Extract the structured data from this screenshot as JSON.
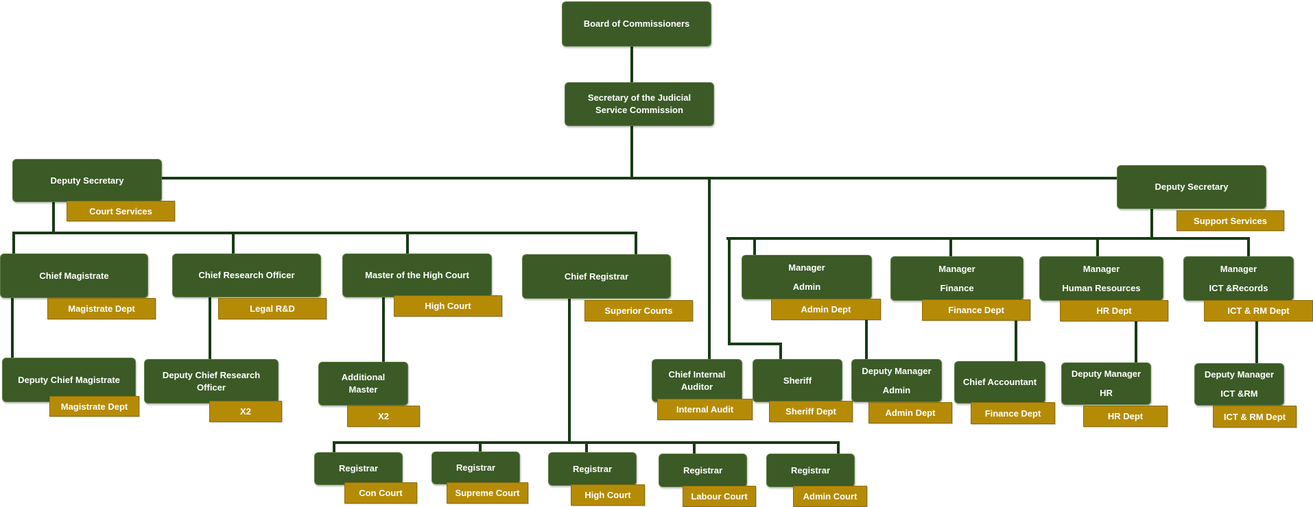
{
  "colors": {
    "position_box": "#3b5a26",
    "department_tag": "#b58b06",
    "connector": "#173c14",
    "text": "#ffffff"
  },
  "nodes": {
    "board": "Board of Commissioners",
    "secretary": [
      "Secretary of the Judicial",
      "Service Commission"
    ],
    "deputy_secretary_left": "Deputy Secretary",
    "deputy_secretary_right": "Deputy Secretary",
    "chief_magistrate": "Chief Magistrate",
    "chief_research_officer": "Chief Research Officer",
    "master_high_court": "Master of the High Court",
    "chief_registrar": "Chief Registrar",
    "manager_admin": [
      "Manager",
      "Admin"
    ],
    "manager_finance": [
      "Manager",
      "Finance"
    ],
    "manager_hr": [
      "Manager",
      "Human Resources"
    ],
    "manager_ict": [
      "Manager",
      "ICT &Records"
    ],
    "deputy_chief_magistrate": "Deputy Chief Magistrate",
    "deputy_chief_research_officer": [
      "Deputy Chief Research",
      "Officer"
    ],
    "additional_master": [
      "Additional",
      "Master"
    ],
    "chief_internal_auditor": [
      "Chief Internal",
      "Auditor"
    ],
    "sheriff": "Sheriff",
    "deputy_manager_admin": [
      "Deputy Manager",
      "Admin"
    ],
    "chief_accountant": "Chief Accountant",
    "deputy_manager_hr": [
      "Deputy Manager",
      "HR"
    ],
    "deputy_manager_ict": [
      "Deputy Manager",
      "ICT &RM"
    ],
    "registrar_1": "Registrar",
    "registrar_2": "Registrar",
    "registrar_3": "Registrar",
    "registrar_4": "Registrar",
    "registrar_5": "Registrar"
  },
  "tags": {
    "court_services": "Court Services",
    "support_services": "Support Services",
    "magistrate_dept_1": "Magistrate Dept",
    "legal_rd": "Legal R&D",
    "high_court_1": "High Court",
    "superior_courts": "Superior Courts",
    "admin_dept_1": "Admin Dept",
    "finance_dept_1": "Finance Dept",
    "hr_dept_1": "HR Dept",
    "ict_rm_dept_1": "ICT & RM Dept",
    "magistrate_dept_2": "Magistrate Dept",
    "x2_research": "X2",
    "x2_master": "X2",
    "internal_audit": "Internal Audit",
    "sheriff_dept": "Sheriff Dept",
    "admin_dept_2": "Admin Dept",
    "finance_dept_2": "Finance Dept",
    "hr_dept_2": "HR Dept",
    "ict_rm_dept_2": "ICT & RM  Dept",
    "con_court": "Con Court",
    "supreme_court": "Supreme Court",
    "high_court_2": "High Court",
    "labour_court": "Labour Court",
    "admin_court": "Admin Court"
  }
}
